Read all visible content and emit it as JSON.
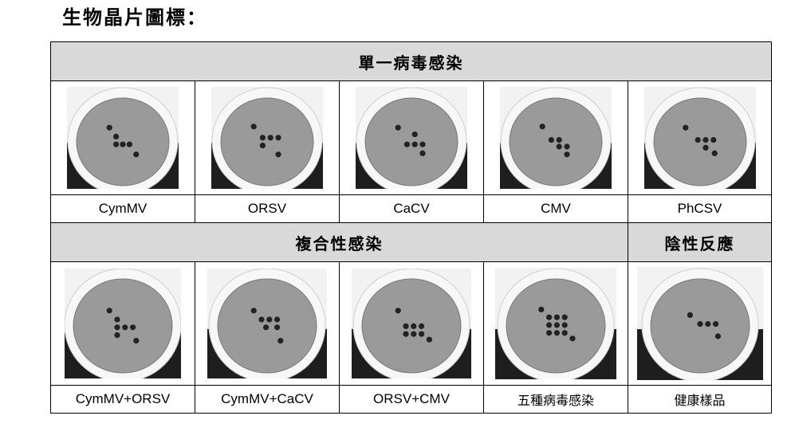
{
  "title": "生物晶片圖標：",
  "sections": {
    "single": "單一病毒感染",
    "mixed": "複合性感染",
    "negative": "陰性反應"
  },
  "row1": [
    {
      "label": "CymMV",
      "pattern": "diag3"
    },
    {
      "label": "ORSV",
      "pattern": "diag3b"
    },
    {
      "label": "CaCV",
      "pattern": "cacv"
    },
    {
      "label": "CMV",
      "pattern": "cmv"
    },
    {
      "label": "PhCSV",
      "pattern": "phcsv"
    }
  ],
  "row2": [
    {
      "label": "CymMV+ORSV",
      "pattern": "cymorsv"
    },
    {
      "label": "CymMV+CaCV",
      "pattern": "cymcacv"
    },
    {
      "label": "ORSV+CMV",
      "pattern": "orsvcmv"
    },
    {
      "label": "五種病毒感染",
      "pattern": "five"
    },
    {
      "label": "健康樣品",
      "pattern": "healthy"
    }
  ]
}
